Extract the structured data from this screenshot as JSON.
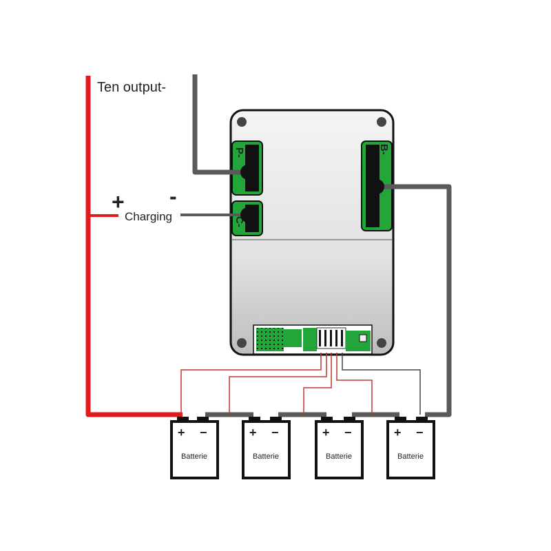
{
  "labels": {
    "output": "Ten output-",
    "charging": "Charging",
    "plus": "+",
    "minus": "-"
  },
  "board": {
    "p_minus": "P-",
    "c_minus": "C-",
    "b_minus": "B-"
  },
  "batteries": [
    {
      "label": "Batterie",
      "plus": "+",
      "minus": "−"
    },
    {
      "label": "Batterie",
      "plus": "+",
      "minus": "−"
    },
    {
      "label": "Batterie",
      "plus": "+",
      "minus": "−"
    },
    {
      "label": "Batterie",
      "plus": "+",
      "minus": "−"
    }
  ],
  "colors": {
    "positive_wire": "#e11b1b",
    "negative_wire": "#5a5a5a",
    "balance_wire_red": "#c0392b",
    "balance_wire_dark": "#444444",
    "pcb_green": "#22a63a",
    "heatsink": "#d9d9d9"
  }
}
